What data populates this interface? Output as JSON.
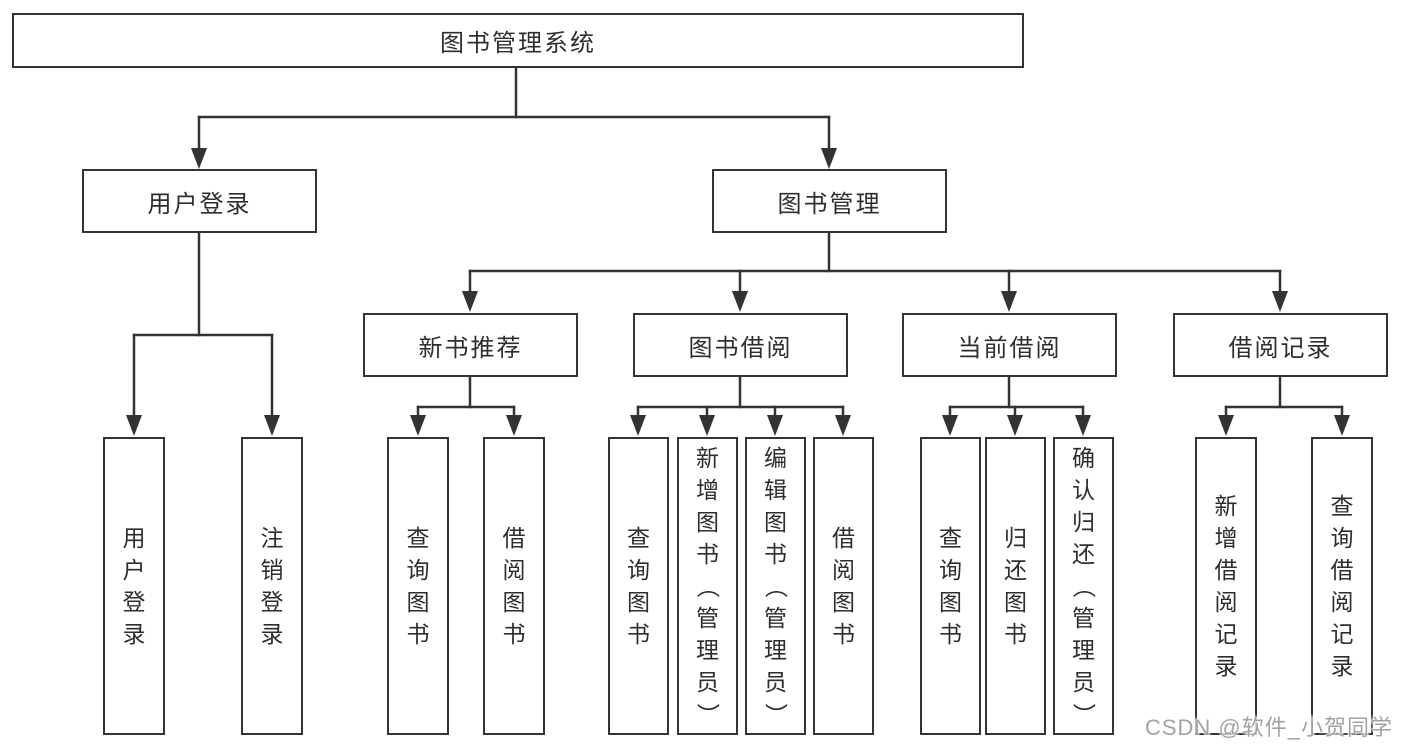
{
  "diagram": {
    "title": "图书管理系统",
    "root": {
      "label": "图书管理系统"
    },
    "branches": [
      {
        "label": "用户登录",
        "children": [
          {
            "label": "用户登录"
          },
          {
            "label": "注销登录"
          }
        ]
      },
      {
        "label": "图书管理",
        "children": [
          {
            "label": "新书推荐",
            "children": [
              {
                "label": "查询图书"
              },
              {
                "label": "借阅图书"
              }
            ]
          },
          {
            "label": "图书借阅",
            "children": [
              {
                "label": "查询图书"
              },
              {
                "label": "新增图书（管理员）"
              },
              {
                "label": "编辑图书（管理员）"
              },
              {
                "label": "借阅图书"
              }
            ]
          },
          {
            "label": "当前借阅",
            "children": [
              {
                "label": "查询图书"
              },
              {
                "label": "归还图书"
              },
              {
                "label": "确认归还（管理员）"
              }
            ]
          },
          {
            "label": "借阅记录",
            "children": [
              {
                "label": "新增借阅记录"
              },
              {
                "label": "查询借阅记录"
              }
            ]
          }
        ]
      }
    ]
  },
  "watermark": {
    "text": "CSDN @软件_小贺同学",
    "color": "#a3a3a3"
  },
  "colors": {
    "line": "#333333",
    "text": "#2e2e2e",
    "background": "#ffffff"
  }
}
